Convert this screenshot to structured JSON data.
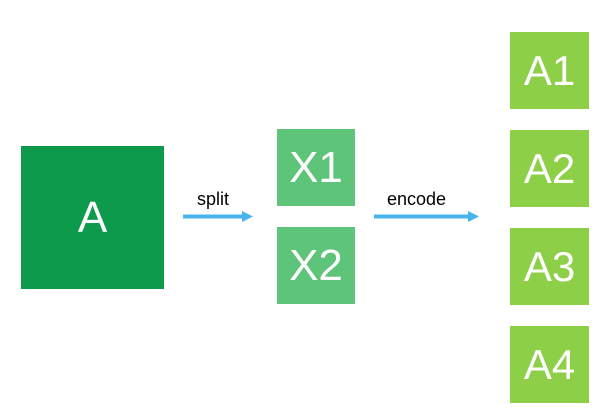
{
  "diagram": {
    "source": {
      "label": "A"
    },
    "split_step": {
      "label": "split"
    },
    "intermediates": [
      {
        "label": "X1"
      },
      {
        "label": "X2"
      }
    ],
    "encode_step": {
      "label": "encode"
    },
    "outputs": [
      {
        "label": "A1"
      },
      {
        "label": "A2"
      },
      {
        "label": "A3"
      },
      {
        "label": "A4"
      }
    ]
  },
  "colors": {
    "source_fill": "#0e9a4c",
    "intermediate_fill": "#5ec47a",
    "output_fill": "#8ecf48",
    "arrow": "#49b4ec",
    "text_on_box": "#ffffff",
    "edge_text": "#000000"
  }
}
